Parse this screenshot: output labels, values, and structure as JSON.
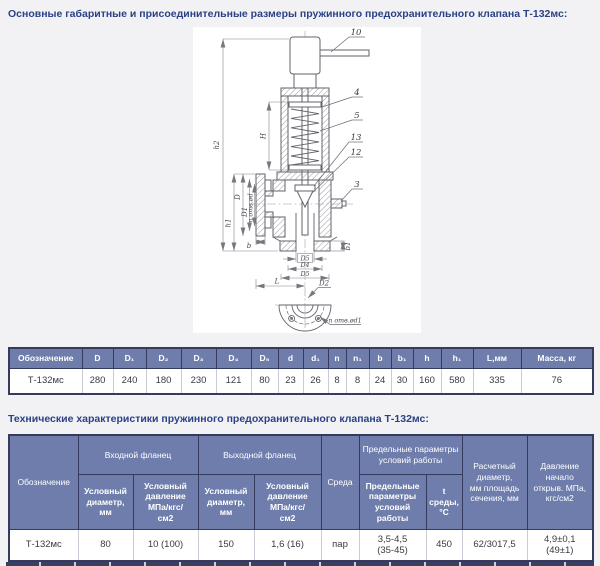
{
  "titles": {
    "dimensions": "Основные габаритные и присоединительные размеры пружинного предохранительного клапана Т-132мс:",
    "specs": "Технические характеристики пружинного предохранительного клапана Т-132мс:"
  },
  "colors": {
    "header_bg": "#6e7dab",
    "border_dark": "#363a5d",
    "title_text": "#2a4187",
    "page_bg": "#f2f2f4"
  },
  "drawing": {
    "parts": [
      "10",
      "4",
      "5",
      "13",
      "12",
      "3"
    ],
    "dims": {
      "h2": "h2",
      "H": "H",
      "h1": "h1",
      "D": "D",
      "D1": "D1",
      "n_otv": "n отв.ød",
      "b": "b",
      "b1": "b1",
      "D5_box": "D5",
      "D4": "D4",
      "D5": "D5",
      "L": "L",
      "D2": "D2",
      "n_otv_d1": "n отв.ød1"
    }
  },
  "table1": {
    "headers": [
      "Обозначение",
      "D",
      "D₁",
      "D₂",
      "D₃",
      "D₄",
      "D₅",
      "d",
      "d₁",
      "n",
      "n₁",
      "b",
      "b₁",
      "h",
      "h₁",
      "L,мм",
      "Масса, кг"
    ],
    "row": [
      "Т-132мс",
      "280",
      "240",
      "180",
      "230",
      "121",
      "80",
      "23",
      "26",
      "8",
      "8",
      "24",
      "30",
      "160",
      "580",
      "335",
      "76"
    ]
  },
  "table2": {
    "designation": "Обозначение",
    "inlet_group": "Входной фланец",
    "outlet_group": "Выходной фланец",
    "diameter_sub": "Условный\nдиаметр,\nмм",
    "pressure_sub": "Условный\nдавление\nМПа/кгс/\nсм2",
    "medium": "Среда",
    "limits_group": "Предельные параметры\nусловий работы",
    "limits_sub": "Предельные\nпараметры\nусловий\nработы",
    "temp_sub": "t\nсреды,\n°С",
    "calc_diameter": "Расчетный\nдиаметр,\nмм площадь\nсечения, мм",
    "open_pressure": "Давление\nначало\nоткрыв. МПа,\nкгс/см2",
    "row": [
      "Т-132мс",
      "80",
      "10 (100)",
      "150",
      "1,6 (16)",
      "пар",
      "3,5-4,5\n(35-45)",
      "450",
      "62/3017,5",
      "4,9±0,1\n(49±1)"
    ]
  }
}
